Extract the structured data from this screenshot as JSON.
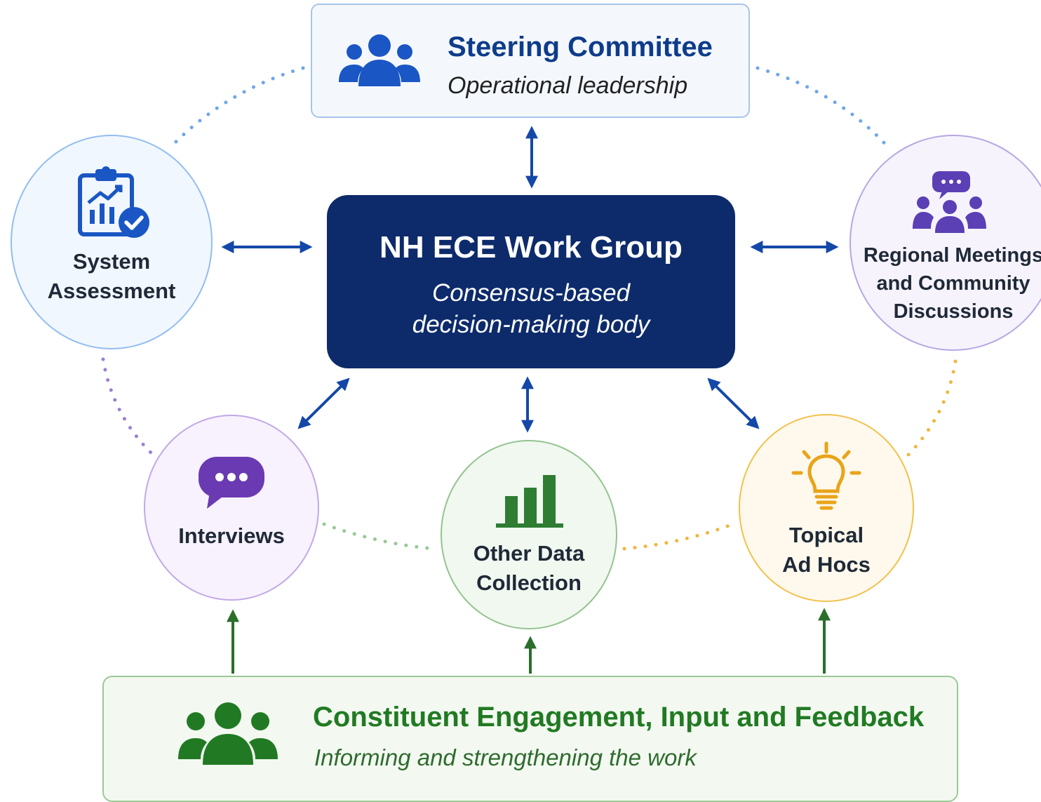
{
  "steering_committee": {
    "title": "Steering Committee",
    "subtitle": "Operational leadership",
    "icon": "people-group-icon",
    "color": "#0f3c8a"
  },
  "work_group": {
    "title": "NH ECE Work Group",
    "subtitle_line1": "Consensus-based",
    "subtitle_line2": "decision-making body",
    "color": "#0d2b6b"
  },
  "nodes": {
    "system_assessment": {
      "line1": "System",
      "line2": "Assessment",
      "icon": "clipboard-chart-check-icon",
      "color": "#1a56c4"
    },
    "regional_meetings": {
      "line1": "Regional Meetings",
      "line2": "and Community",
      "line3": "Discussions",
      "icon": "group-chat-icon",
      "color": "#5b3fb5"
    },
    "interviews": {
      "line1": "Interviews",
      "icon": "speech-bubble-icon",
      "color": "#6a3ab2"
    },
    "other_data_collection": {
      "line1": "Other Data",
      "line2": "Collection",
      "icon": "bar-chart-icon",
      "color": "#2e7d32"
    },
    "topical_ad_hocs": {
      "line1": "Topical",
      "line2": "Ad Hocs",
      "icon": "lightbulb-icon",
      "color": "#e9a41a"
    }
  },
  "constituent": {
    "title": "Constituent Engagement, Input and Feedback",
    "subtitle": "Informing and strengthening the work",
    "icon": "people-group-icon",
    "color": "#217a23"
  }
}
